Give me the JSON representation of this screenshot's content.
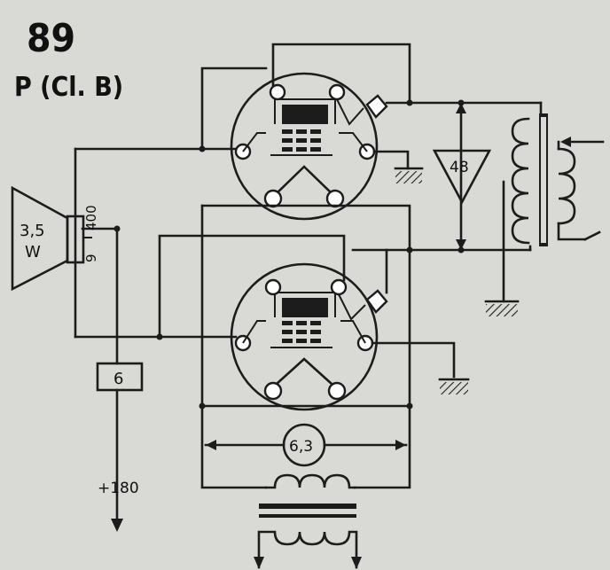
{
  "tube_type": "89",
  "mode_label": "P (Cl. B)",
  "speaker": {
    "power_line1": "3,5",
    "power_line2": "W",
    "impedance_primary": "400",
    "impedance_secondary": "9"
  },
  "output_cap": "48",
  "resistor": "6",
  "heater_voltage": "6,3",
  "supply": "+180"
}
